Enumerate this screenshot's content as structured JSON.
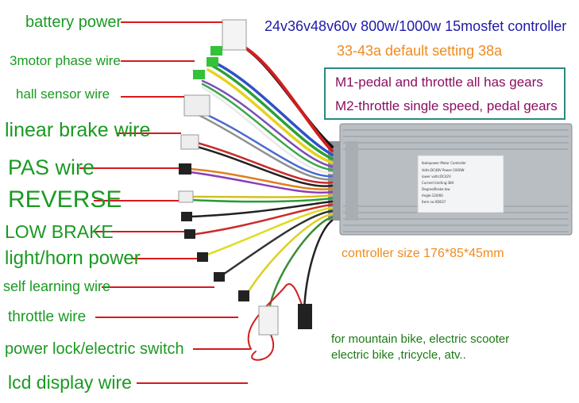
{
  "header": {
    "spec_line": "24v36v48v60v 800w/1000w 15mosfet controller",
    "amp_line": "33-43a default setting 38a"
  },
  "modes": [
    "M1-pedal and throttle all has gears",
    "M2-throttle single speed, pedal gears"
  ],
  "size_text": "controller size 176*85*45mm",
  "usage": [
    "for mountain bike, electric scooter",
    "electric bike ,tricycle, atv.."
  ],
  "plate": {
    "title": "Ibalepower Motor Controller",
    "lines": [
      "Volts:DC48V  Power:1000W",
      "lower volts:DC42V",
      "Current limiting:38A",
      "Degree/Brake:low",
      "Angle:120/60",
      "Item no:XD037"
    ]
  },
  "wire_labels": [
    "battery power",
    "3motor phase wire",
    "hall sensor wire",
    "linear brake wire",
    "PAS wire",
    "REVERSE",
    "LOW BRAKE",
    "light/horn power",
    "self learning wire",
    "throttle wire",
    "power lock/electric switch",
    "lcd display wire"
  ],
  "colors": {
    "label_green": "#1a9a22",
    "pointer_red": "#d8191c",
    "spec_blue": "#1f1aa8",
    "amp_orange": "#f08a1e",
    "mode_magenta": "#8a1060",
    "mode_border": "#2a8a80",
    "controller_gray": "#b9bec3"
  }
}
